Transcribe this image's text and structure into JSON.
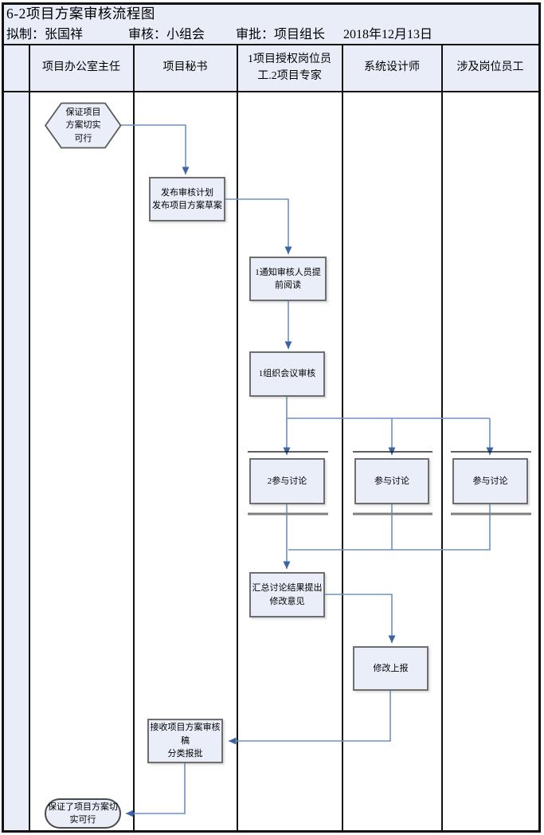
{
  "title": "6-2项目方案审核流程图",
  "meta": {
    "drafted": "拟制：张国祥",
    "reviewed": "审核：小组会",
    "approved": "审批：项目组长",
    "date": "2018年12月13日"
  },
  "lanes": {
    "l1": "项目办公室主任",
    "l2": "项目秘书",
    "l3": "1项目授权岗位员\n工.2项目专家",
    "l4": "系统设计师",
    "l5": "涉及岗位员工"
  },
  "nodes": {
    "start": "保证项目\n方案切实\n可行",
    "publish": "发布审核计划\n发布项目方案草案",
    "notify": "1通知审核人员提\n前阅读",
    "organize": "1组织会议审核",
    "discuss_expert": "2参与讨论",
    "discuss_designer": "参与讨论",
    "discuss_staff": "参与讨论",
    "summarize": "汇总讨论结果提出\n修改意见",
    "revise": "修改上报",
    "receive": "接收项目方案审核\n稿\n分类报批",
    "end": "保证了项目方案切\n实可行"
  },
  "colors": {
    "band_bg": "#e8edf8",
    "node_fill": "#e9eef9",
    "node_border": "#6e6e6e",
    "connector_line": "#6d92c3",
    "arrowhead": "#3a64a3",
    "join_bar": "#7f7f7f"
  }
}
